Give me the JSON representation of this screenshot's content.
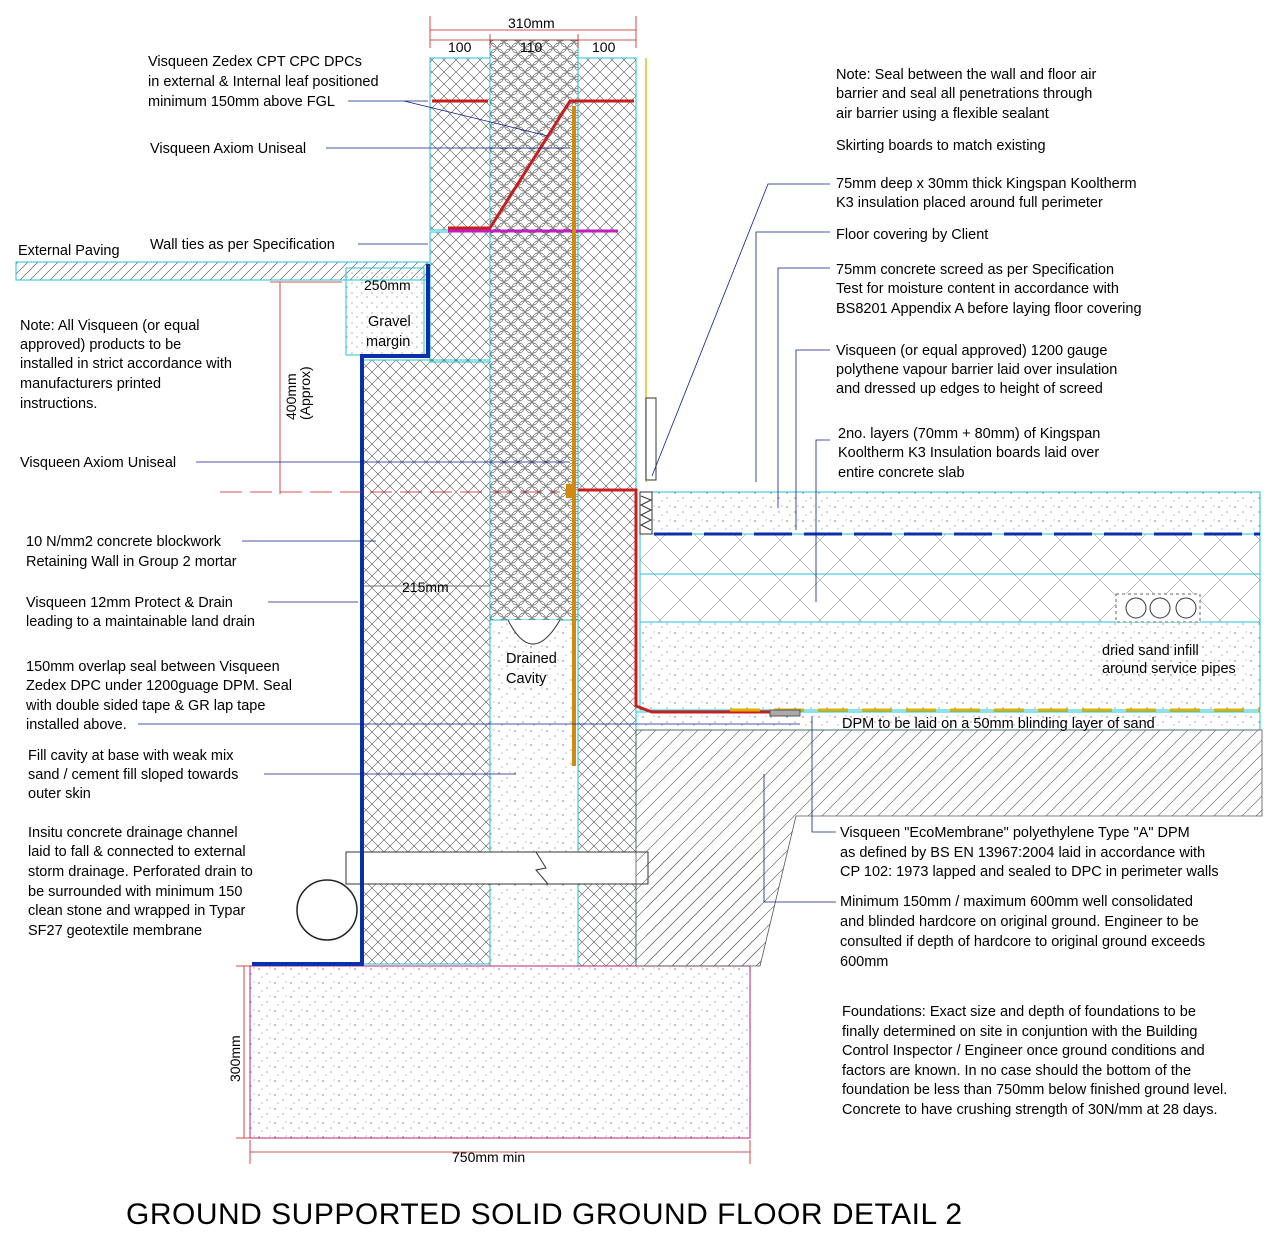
{
  "title": "GROUND SUPPORTED SOLID GROUND FLOOR DETAIL 2",
  "dimensions": {
    "overall": "310mm",
    "leaf_outer": "100",
    "cavity": "110",
    "leaf_inner": "100",
    "gravel_width": "250mm",
    "retaining_height": [
      "400mm",
      "(Approx)"
    ],
    "retaining_wall": "215mm",
    "footing_depth": "300mm",
    "footing_width": "750mm min"
  },
  "labels": {
    "external_paving": "External Paving",
    "gravel_margin": [
      "Gravel",
      "margin"
    ],
    "drained_cavity": [
      "Drained",
      "Cavity"
    ],
    "sand_infill": [
      "dried sand infill",
      "around service pipes"
    ],
    "dpm_blinding": "DPM to be laid on a 50mm blinding layer of sand"
  },
  "left_notes": {
    "dpc": [
      "Visqueen Zedex CPT CPC DPCs",
      "in external & Internal leaf positioned",
      "minimum 150mm above FGL"
    ],
    "uniseal_top": [
      "Visqueen Axiom Uniseal"
    ],
    "wall_ties": [
      "Wall ties as per Specification"
    ],
    "general": [
      "Note: All Visqueen (or equal",
      "approved) products to be",
      "installed in strict accordance with",
      "manufacturers printed",
      "instructions."
    ],
    "uniseal_mid": [
      "Visqueen Axiom Uniseal"
    ],
    "blockwork": [
      "10 N/mm2 concrete blockwork",
      "Retaining Wall in Group 2 mortar"
    ],
    "protect_drain": [
      "Visqueen 12mm Protect & Drain",
      "leading to a maintainable land drain"
    ],
    "overlap": [
      "150mm overlap seal between Visqueen",
      "Zedex DPC under 1200guage DPM. Seal",
      "with double sided tape & GR lap tape",
      "installed above."
    ],
    "fill_cavity": [
      "Fill cavity at base with weak mix",
      "sand / cement fill sloped towards",
      "outer skin"
    ],
    "drainage": [
      "Insitu concrete drainage channel",
      "laid to fall & connected to external",
      "storm drainage. Perforated drain to",
      "be surrounded with minimum 150",
      "clean stone and wrapped in Typar",
      "SF27 geotextile membrane"
    ]
  },
  "right_notes": {
    "seal": [
      "Note: Seal between the wall and floor air",
      "barrier and seal all penetrations through",
      "air barrier using a flexible sealant"
    ],
    "skirting": [
      "Skirting boards to match existing"
    ],
    "perimeter": [
      "75mm deep x 30mm thick Kingspan Kooltherm",
      "K3 insulation placed around full perimeter"
    ],
    "floor_covering": [
      "Floor covering by Client"
    ],
    "screed": [
      "75mm concrete screed as per Specification",
      "Test for moisture content in accordance with",
      "BS8201 Appendix A before laying floor covering"
    ],
    "vapour": [
      "Visqueen (or equal approved) 1200 gauge",
      "polythene vapour barrier laid over insulation",
      "and dressed up edges to height of screed"
    ],
    "insulation": [
      "2no. layers (70mm + 80mm) of Kingspan",
      "Kooltherm K3 Insulation boards laid over",
      "entire concrete slab"
    ],
    "ecomembrane": [
      "Visqueen \"EcoMembrane\" polyethylene Type \"A\" DPM",
      "as defined by BS EN 13967:2004 laid in accordance with",
      "CP 102: 1973 lapped and sealed to DPC in perimeter walls"
    ],
    "hardcore": [
      "Minimum 150mm / maximum 600mm well consolidated",
      "and blinded hardcore on original ground. Engineer to be",
      "consulted if depth of hardcore to original ground exceeds",
      "600mm"
    ],
    "foundations": [
      "Foundations: Exact size and depth of foundations to be",
      "finally determined on site in conjuntion with the Building",
      "Control Inspector / Engineer once ground conditions and",
      "factors are known. In no case should the bottom of the",
      "foundation be less than 750mm below finished ground level.",
      "Concrete to have crushing strength of 30N/mm at 28 days."
    ]
  },
  "colors": {
    "membrane": "#0a2fa8",
    "dpc": "#c81e1e",
    "uniseal": "#d08a10",
    "wall_tie": "#c020c0",
    "cyan": "#22c4d4",
    "leader": "#0a1f8c",
    "footing": "#c0207a"
  }
}
